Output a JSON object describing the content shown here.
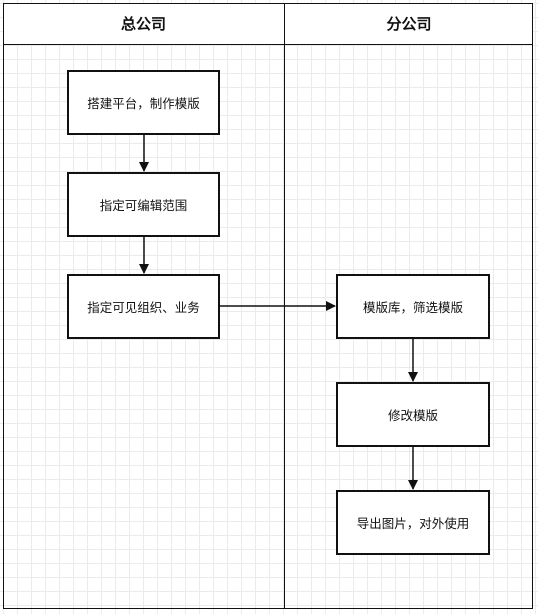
{
  "lanes": {
    "left": {
      "title": "总公司"
    },
    "right": {
      "title": "分公司"
    }
  },
  "nodes": {
    "build": {
      "label": "搭建平台，制作模版"
    },
    "scope": {
      "label": "指定可编辑范围"
    },
    "visible": {
      "label": "指定可见组织、业务"
    },
    "library": {
      "label": "模版库，筛选模版"
    },
    "modify": {
      "label": "修改模版"
    },
    "export": {
      "label": "导出图片，对外使用"
    }
  },
  "colors": {
    "line": "#111111",
    "grid": "#ebebeb",
    "background": "#ffffff"
  }
}
